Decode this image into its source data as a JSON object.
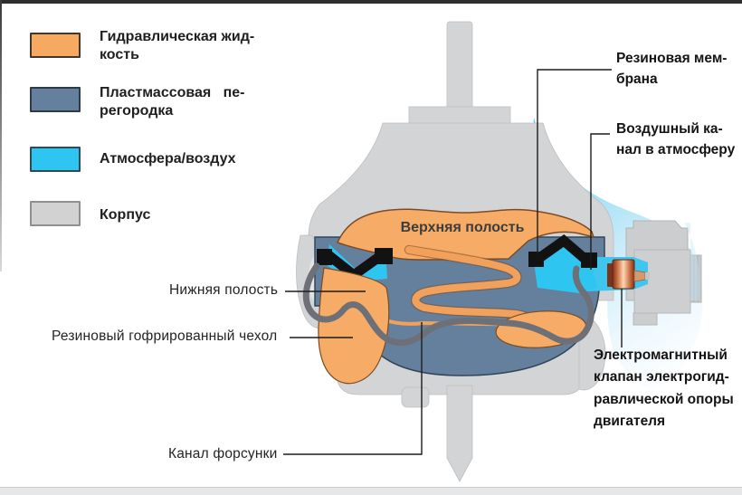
{
  "legend": {
    "items": [
      {
        "name": "hydraulic-fluid",
        "label": "Гидравлическая жид-\nкость",
        "color": "#f6a961",
        "border": "#42372a"
      },
      {
        "name": "plastic-partition",
        "label": "Пластмассовая   пе-\nрегородка",
        "color": "#64809c",
        "border": "#2d3a48"
      },
      {
        "name": "air",
        "label": "Атмосфера/воздух",
        "color": "#2fc5f1",
        "border": "#2e4a54"
      },
      {
        "name": "housing",
        "label": "Корпус",
        "color": "#d2d2d2",
        "border": "#8f8f8f"
      }
    ]
  },
  "labels": {
    "upper_cavity": "Верхняя полость",
    "lower_cavity": "Нижняя полость",
    "rubber_boot": "Резиновый гофрированный чехол",
    "injector_channel": "Канал форсунки",
    "rubber_membrane": "Резиновая мем-\nбрана",
    "air_channel": "Воздушный ка-\nнал в атмосферу",
    "solenoid_valve": "Электромагнитный\nклапан электрогид-\nравлической опоры\nдвигателя"
  },
  "colors": {
    "hydraulic_fluid": "#f6ab66",
    "hydraulic_outline": "#7c4c24",
    "partition": "#64809c",
    "partition_outline": "#32465a",
    "air": "#2fc5f1",
    "air_bright": "#3fc6ee",
    "housing": "#d3d4d6",
    "housing_edge": "#bcbec0",
    "boot": "#6d7177",
    "membrane": "#121212",
    "valve_dark": "#7e341a",
    "leader_line": "#1c1c1c"
  }
}
